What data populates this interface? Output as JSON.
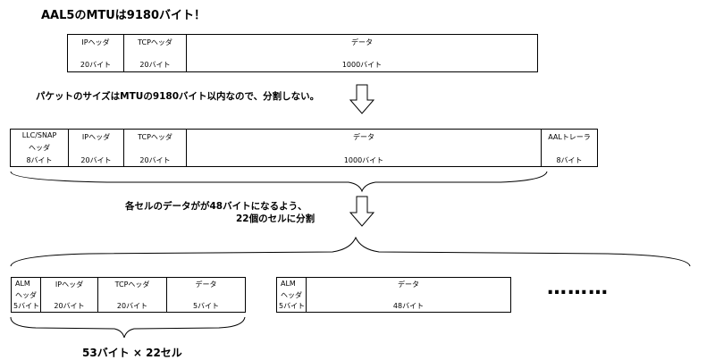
{
  "title": "AAL5のMTUは9180バイト！",
  "caption_no_split": "パケットのサイズはMTUの9180バイト以内なので、分割しない。",
  "caption_split_line1": "各セルのデータがが48バイトになるよう、",
  "caption_split_line2": "22個のセルに分割",
  "bottom_caption": "53バイト × 22セル",
  "ellipsis": "………",
  "row1": {
    "ip_header": "IPヘッダ",
    "ip_size": "20バイト",
    "tcp_header": "TCPヘッダ",
    "tcp_size": "20バイト",
    "data": "データ",
    "data_size": "1000バイト"
  },
  "row2": {
    "llc_line1": "LLC/SNAP",
    "llc_line2": "ヘッダ",
    "llc_size": "8バイト",
    "ip_header": "IPヘッダ",
    "ip_size": "20バイト",
    "tcp_header": "TCPヘッダ",
    "tcp_size": "20バイト",
    "data": "データ",
    "data_size": "1000バイト",
    "trailer": "AALトレーラ",
    "trailer_size": "8バイト"
  },
  "cell1": {
    "alm_line1": "ALM",
    "alm_line2": "ヘッダ",
    "alm_size": "5バイト",
    "ip_header": "IPヘッダ",
    "ip_size": "20バイト",
    "tcp_header": "TCPヘッダ",
    "tcp_size": "20バイト",
    "data": "データ",
    "data_size": "5バイト"
  },
  "cell2": {
    "alm_line1": "ALM",
    "alm_line2": "ヘッダ",
    "alm_size": "5バイト",
    "data": "データ",
    "data_size": "48バイト"
  }
}
